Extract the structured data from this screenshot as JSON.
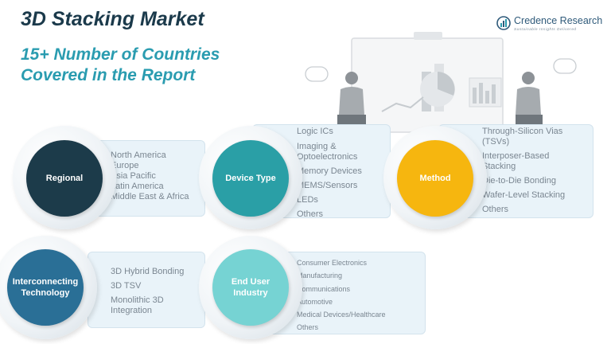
{
  "header": {
    "title": "3D Stacking Market",
    "subtitle_line1": "15+ Number of Countries",
    "subtitle_line2": "Covered in the Report"
  },
  "brand": {
    "name": "Credence Research",
    "tagline": "Sustainable Insights Delivered"
  },
  "colors": {
    "title": "#1b3a4b",
    "subtitle": "#2a9cb0",
    "regional": "#1c3b4a",
    "device_type": "#2a9fa6",
    "method": "#f6b60f",
    "interconnecting": "#2a6f96",
    "end_user": "#76d3d3",
    "card_bg": "#e9f3f9",
    "card_text": "#7a8691"
  },
  "segments": {
    "regional": {
      "label": "Regional",
      "items": [
        "North America",
        "Europe",
        "Asia Pacific",
        "Latin America",
        "Middle East & Africa"
      ]
    },
    "device_type": {
      "label": "Device Type",
      "items": [
        "Logic ICs",
        "Imaging &",
        "Optoelectronics",
        "Memory Devices",
        "MEMS/Sensors",
        "LEDs",
        "Others"
      ]
    },
    "method": {
      "label": "Method",
      "items": [
        "Through-Silicon Vias",
        "(TSVs)",
        "Interposer-Based",
        "Stacking",
        "Die-to-Die Bonding",
        "Wafer-Level Stacking",
        "Others"
      ]
    },
    "interconnecting": {
      "label_line1": "Interconnecting",
      "label_line2": "Technology",
      "items": [
        "3D Hybrid Bonding",
        "3D TSV",
        "Monolithic 3D",
        "Integration"
      ]
    },
    "end_user": {
      "label_line1": "End User",
      "label_line2": "Industry",
      "items": [
        "Consumer Electronics",
        "Manufacturing",
        "Communications",
        "Automotive",
        "Medical Devices/Healthcare",
        "Others"
      ]
    }
  }
}
